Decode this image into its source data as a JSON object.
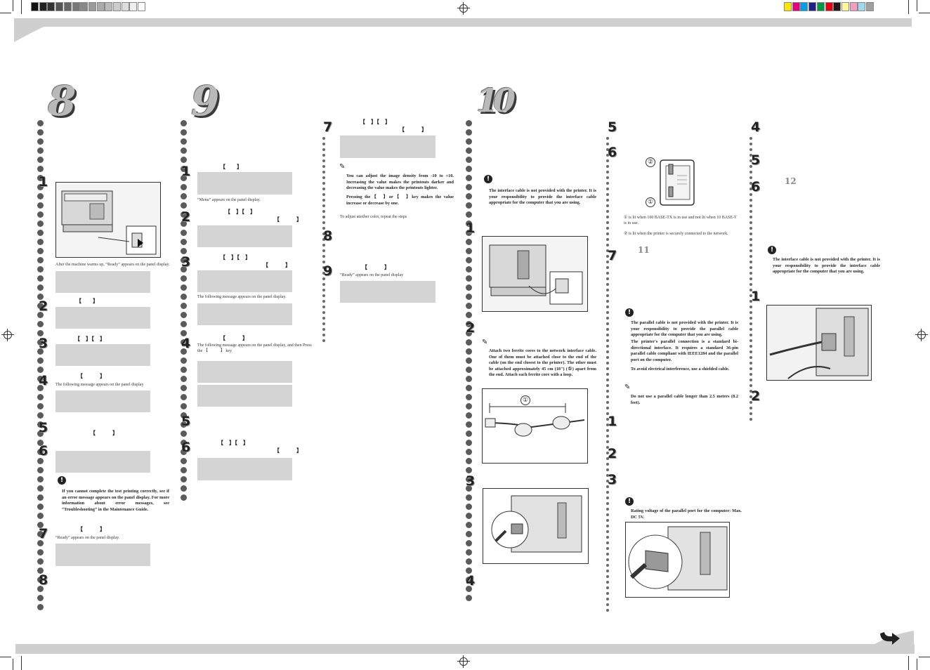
{
  "sections": {
    "s8": "8",
    "s9": "9",
    "s10": "10"
  },
  "refs": {
    "ref11": "11",
    "ref12": "12"
  },
  "keys": {
    "k1": "【　　】",
    "k2": "【　】【　】",
    "k3": "【　　　】"
  },
  "col1": {
    "steps": [
      "1",
      "2",
      "3",
      "4",
      "5",
      "6",
      "7",
      "8"
    ],
    "warmup_note": "After the machine warms up, “Ready” appears on the panel display.",
    "following_msg": "The following message appears on the panel display",
    "warning": "If you cannot complete the test printing correctly, see if an error message appears on the panel display. For more information about error messages, see “Troubleshooting” in the Maintenance Guide.",
    "ready_note": "“Ready” appears on the panel display."
  },
  "col2": {
    "steps": [
      "1",
      "2",
      "3",
      "4",
      "5",
      "6"
    ],
    "menu_note": "“Menu” appears on the panel display.",
    "following_msg": "The following message appears on the panel display.",
    "press_note": "The following message appears on the panel display, and then Press the",
    "press_key": "【　　　】 key"
  },
  "col3": {
    "steps": [
      "7",
      "8",
      "9"
    ],
    "density_note": "You can adjust the image density from -10 to +10. Increasing the value makes the printouts darker and decreasing the value makes the printouts lighter.",
    "press_note": "Pressing the【　】or【　】key makes the value increase or decrease by one.",
    "other_color": "To adjust another color, repeat the steps",
    "ready_note": "“Ready” appears on the panel display"
  },
  "col4": {
    "steps": [
      "1",
      "2",
      "3",
      "4"
    ],
    "warning": "The interface cable is not provided with the printer. It is your responsibility to provide the interface cable appropriate for the computer that you are using.",
    "ferrite_note": "Attach two ferrite cores to the network interface cable. One of them must be attached close to the end of the cable (on the end closest to the printer). The other must be attached approximately 45 cm (18\") (①) apart from the end. Attach each ferrite core with a loop.",
    "callout": "①"
  },
  "col5": {
    "steps": [
      "5",
      "6",
      "7",
      "1",
      "2",
      "3"
    ],
    "led1_note": "① is lit when 100 BASE-TX is in use and not lit when 10 BASE-T is in use.",
    "led2_note": "② is lit when the printer is securely connected to the network.",
    "callout1": "①",
    "callout2": "②",
    "parallel_warning": "The parallel cable is not provided with the printer. It is your responsibility to provide the parallel cable appropriate for the computer that you are using.",
    "parallel_info": "The printer's parallel connection is a standard bi-directional interface. It requires a standard 36-pin parallel cable compliant with IEEE1284 and the parallel port on the computer.",
    "shield_note": "To avoid electrical interference, use a shielded cable.",
    "length_note": "Do not use a parallel cable longer than 2.5 meters (8.2 feet).",
    "voltage_note": "Rating voltage of the parallel port for the computer: Max. DC 5V."
  },
  "col6": {
    "steps": [
      "4",
      "5",
      "6",
      "1",
      "2"
    ],
    "warning": "The interface cable is not provided with the printer. It is your responsibility to provide the interface cable appropriate for the computer that you are using."
  },
  "colors": {
    "left_bar": [
      "#111111",
      "#222222",
      "#333333",
      "#555555",
      "#666666",
      "#777777",
      "#888888",
      "#999999",
      "#aaaaaa",
      "#bbbbbb",
      "#cccccc",
      "#dddddd",
      "#eeeeee",
      "#ffffff"
    ],
    "right_bar": [
      "#ffe600",
      "#e4007f",
      "#00a0e9",
      "#1d2088",
      "#009944",
      "#e60012",
      "#231815",
      "#fff799",
      "#f19ec2",
      "#a0d8ef",
      "#a0a0a0"
    ]
  }
}
